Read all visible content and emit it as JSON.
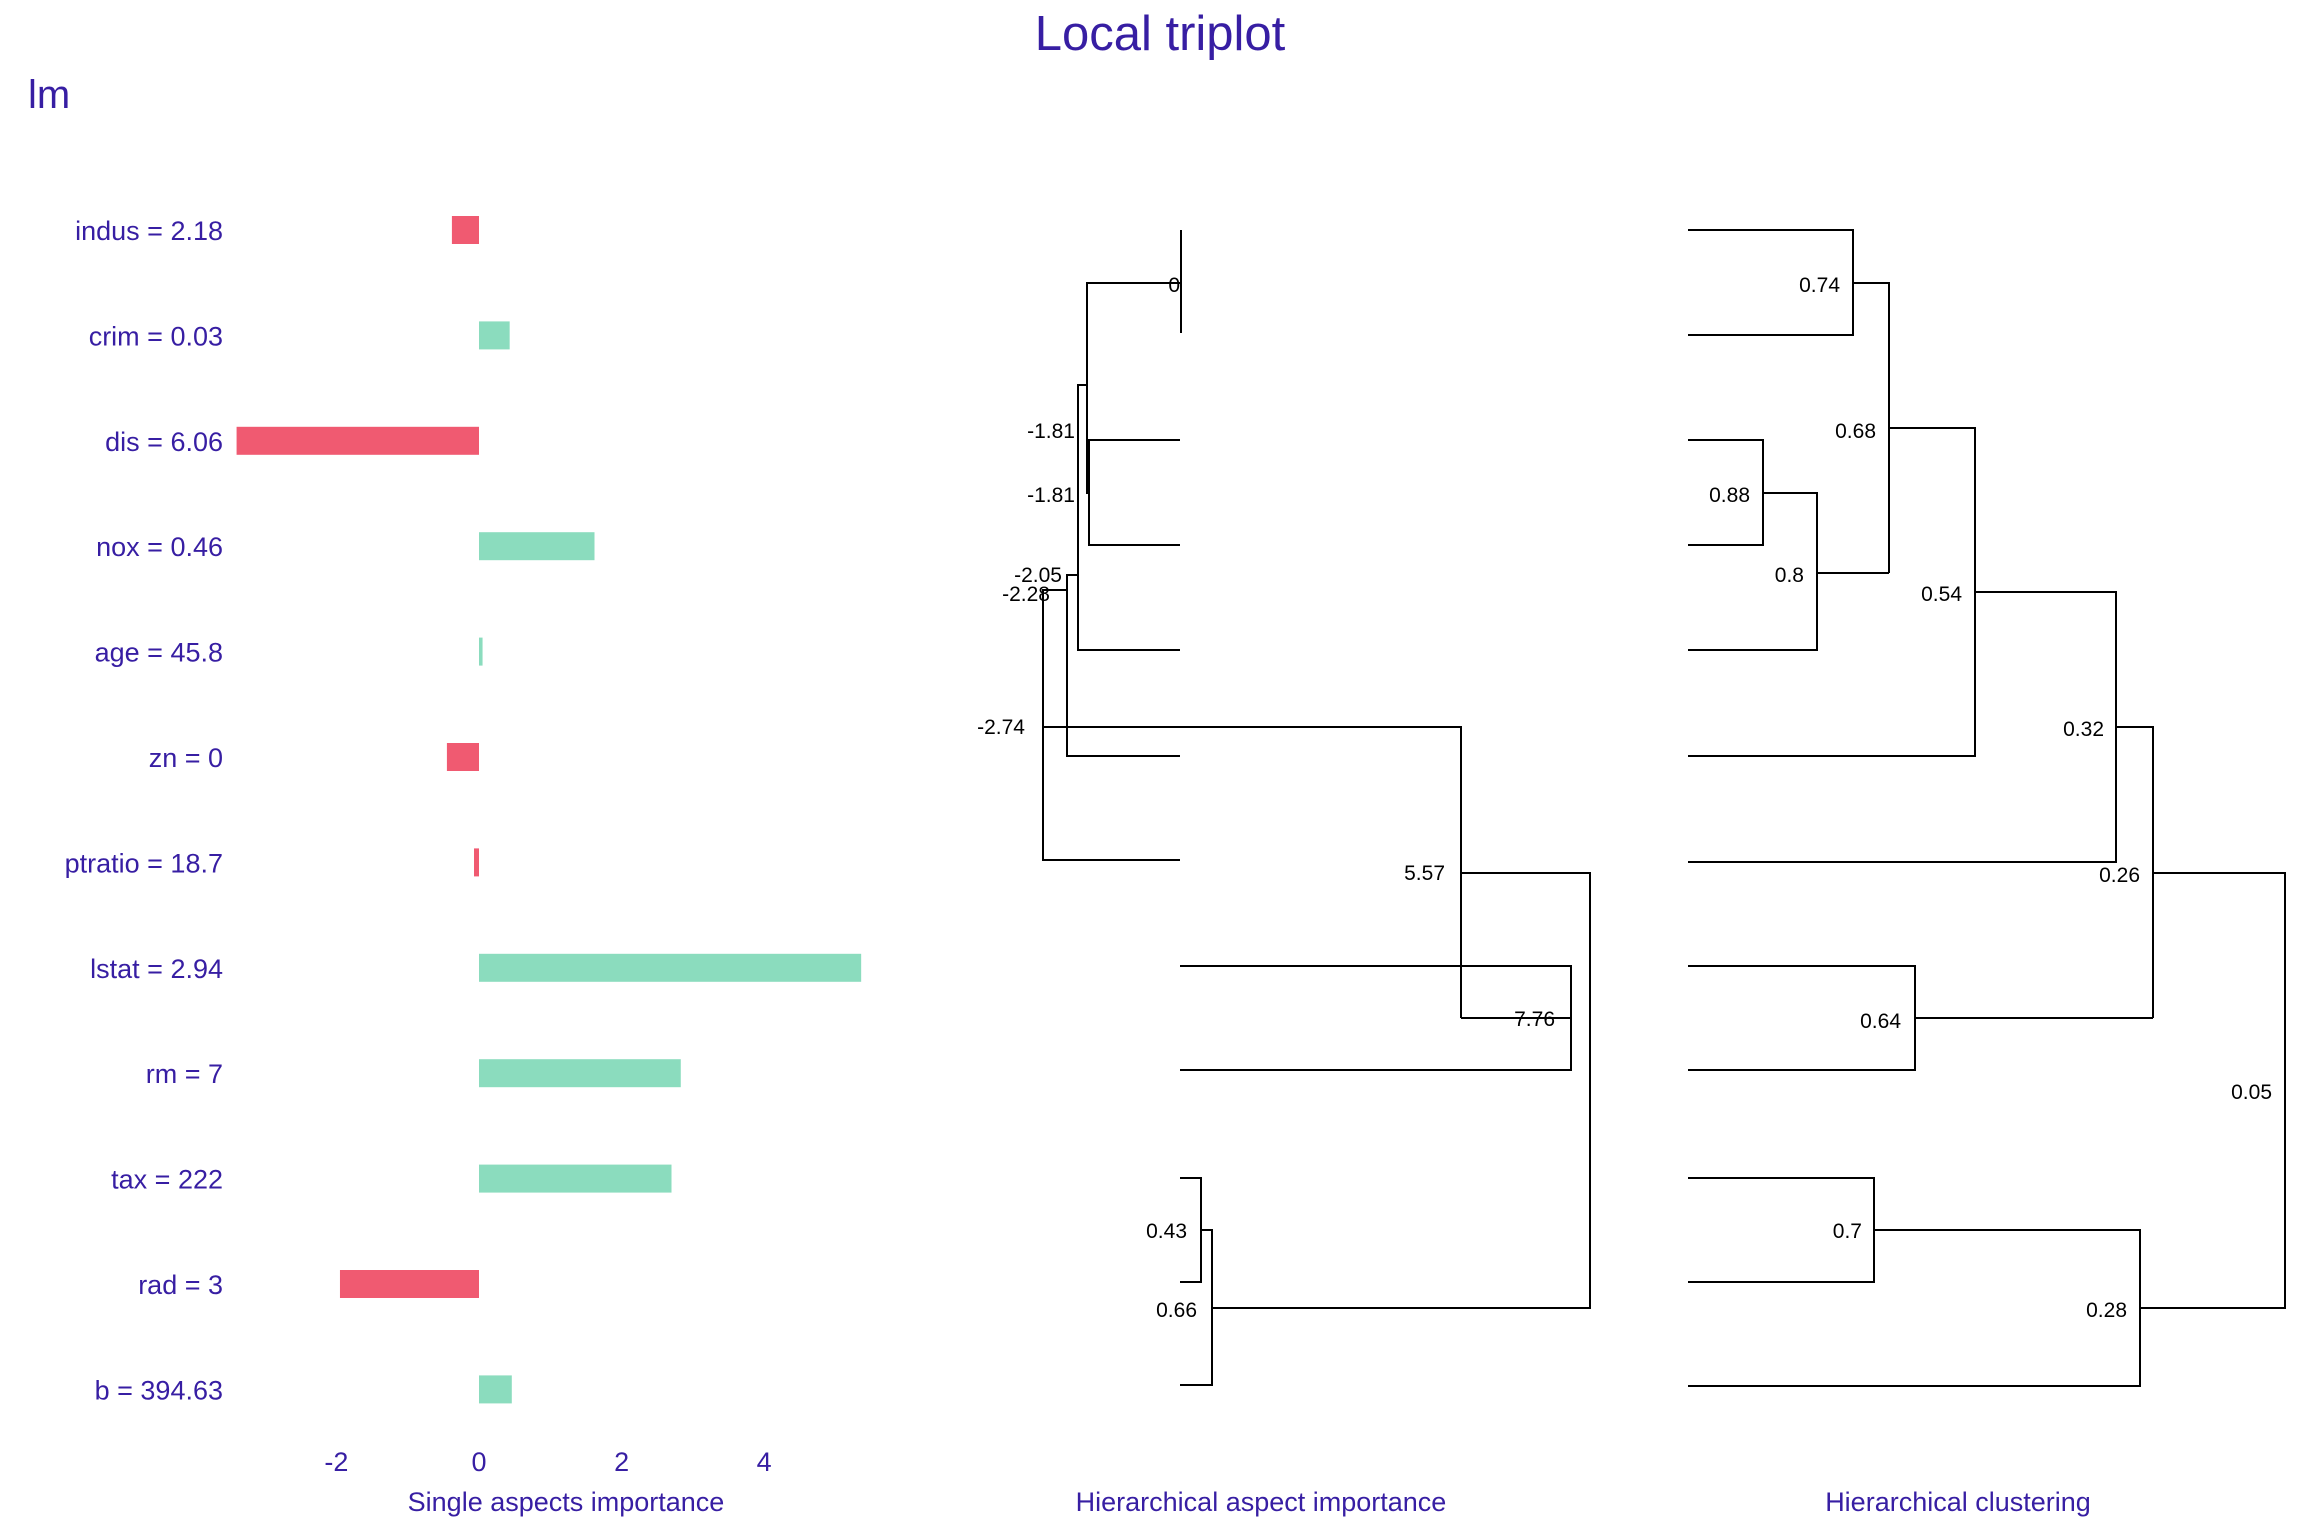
{
  "title": "Local triplot",
  "model_label": "lm",
  "colors": {
    "text": "#371ea3",
    "positive": "#8bdcbe",
    "negative": "#f05a71",
    "line": "#000000"
  },
  "chart_data": [
    {
      "type": "bar",
      "orientation": "horizontal",
      "xlabel": "Single aspects importance",
      "categories": [
        "indus = 2.18",
        "crim = 0.03",
        "dis = 6.06",
        "nox = 0.46",
        "age = 45.8",
        "zn = 0",
        "ptratio = 18.7",
        "lstat = 2.94",
        "rm = 7",
        "tax = 222",
        "rad = 3",
        "b = 394.63"
      ],
      "values": [
        -0.38,
        0.43,
        -3.4,
        1.62,
        0.05,
        -0.45,
        -0.07,
        5.36,
        2.83,
        2.7,
        -1.95,
        0.46
      ],
      "xticks": [
        -2,
        0,
        2,
        4
      ],
      "xlim": [
        -3.6,
        6.6
      ]
    },
    {
      "type": "dendrogram",
      "xlabel": "Hierarchical aspect importance",
      "merge_labels": [
        "0",
        "-1.81",
        "-1.81",
        "-2.05",
        "-2.28",
        "-2.74",
        "5.57",
        "7.76",
        "0.43",
        "0.66"
      ]
    },
    {
      "type": "dendrogram",
      "xlabel": "Hierarchical clustering",
      "merge_labels": [
        "0.74",
        "0.68",
        "0.88",
        "0.8",
        "0.54",
        "0.32",
        "0.26",
        "0.64",
        "0.05",
        "0.7",
        "0.28"
      ]
    }
  ]
}
